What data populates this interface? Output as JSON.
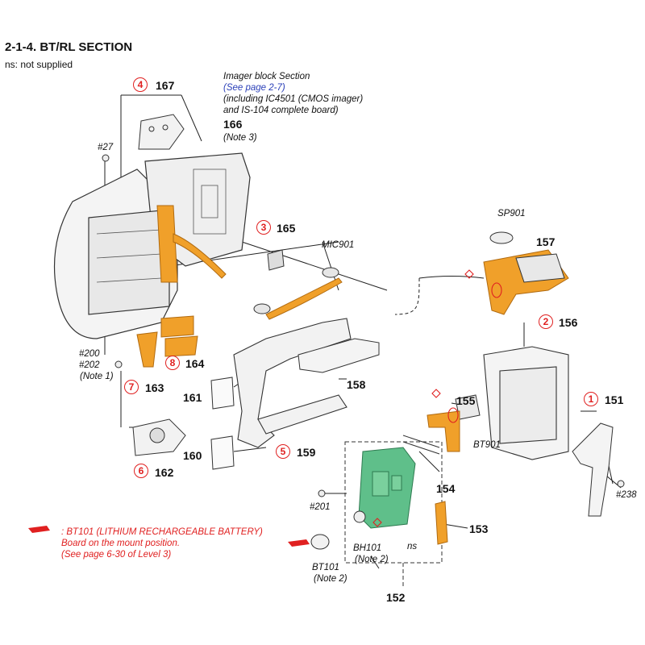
{
  "header": {
    "title": "2-1-4. BT/RL SECTION",
    "subtitle": "ns: not supplied"
  },
  "imager_note": {
    "line1": "Imager block Section",
    "link": "(See page 2-7)",
    "line3": "(including IC4501 (CMOS imager)",
    "line4": "and IS-104 complete board)",
    "part": "166",
    "note": "(Note 3)"
  },
  "parts": {
    "p151": "151",
    "p152": "152",
    "p153": "153",
    "p154": "154",
    "p155": "155",
    "p156": "156",
    "p157": "157",
    "p158": "158",
    "p159": "159",
    "p160": "160",
    "p161": "161",
    "p162": "162",
    "p163": "163",
    "p164": "164",
    "p165": "165",
    "p167": "167"
  },
  "markers": {
    "m1": "1",
    "m2": "2",
    "m3": "3",
    "m4": "4",
    "m5": "5",
    "m6": "6",
    "m7": "7",
    "m8": "8"
  },
  "screws": {
    "s27": "#27",
    "s200": "#200",
    "s202": "#202",
    "s202_note": "(Note 1)",
    "s201": "#201",
    "s238": "#238"
  },
  "components": {
    "sp901": "SP901",
    "mic901": "MIC901",
    "bt901": "BT901",
    "bh101": "BH101",
    "bh101_note": "(Note 2)",
    "bt101": "BT101",
    "bt101_note": "(Note 2)",
    "ns": "ns"
  },
  "battery_note": {
    "line1": ": BT101 (LITHIUM RECHARGEABLE BATTERY)",
    "line2": "Board on the mount position.",
    "line3": "(See page 6-30 of Level 3)"
  },
  "colors": {
    "accent_red": "#e02020",
    "link_blue": "#2a3fb8",
    "flex_orange": "#f0a02a",
    "board_green": "#5fbf8a"
  }
}
